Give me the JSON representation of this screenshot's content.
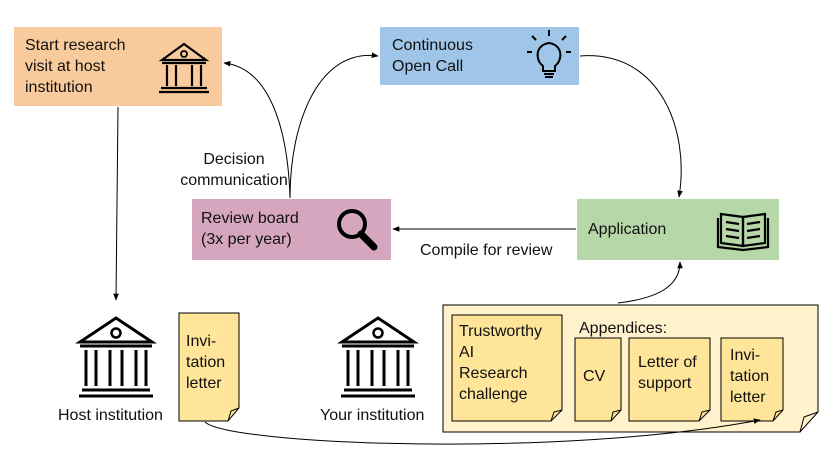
{
  "nodes": {
    "start_visit": {
      "label": "Start research\nvisit at host\ninstitution",
      "color": "#f9cb9c",
      "icon": "institution-icon"
    },
    "open_call": {
      "label": "Continuous\nOpen Call",
      "color": "#9fc5e8",
      "icon": "lightbulb-icon"
    },
    "review_board": {
      "label": "Review board\n(3x per year)",
      "color": "#d5a6bd",
      "icon": "magnifier-icon"
    },
    "application": {
      "label": "Application",
      "color": "#b6d7a8",
      "icon": "open-book-icon"
    }
  },
  "edge_labels": {
    "decision": "Decision\ncommunication",
    "compile": "Compile for review"
  },
  "institutions": {
    "host": "Host institution",
    "yours": "Your institution"
  },
  "documents": {
    "host_letter": "Invi-\ntation\nletter",
    "appendices_title": "Appendices:",
    "challenge": "Trustworthy\nAI\nResearch\nchallenge",
    "cv": "CV",
    "support": "Letter of\nsupport",
    "invitation": "Invi-\ntation\nletter"
  },
  "colors": {
    "document": "#ffe599",
    "folder": "#fff2cc",
    "stroke": "#000000"
  }
}
